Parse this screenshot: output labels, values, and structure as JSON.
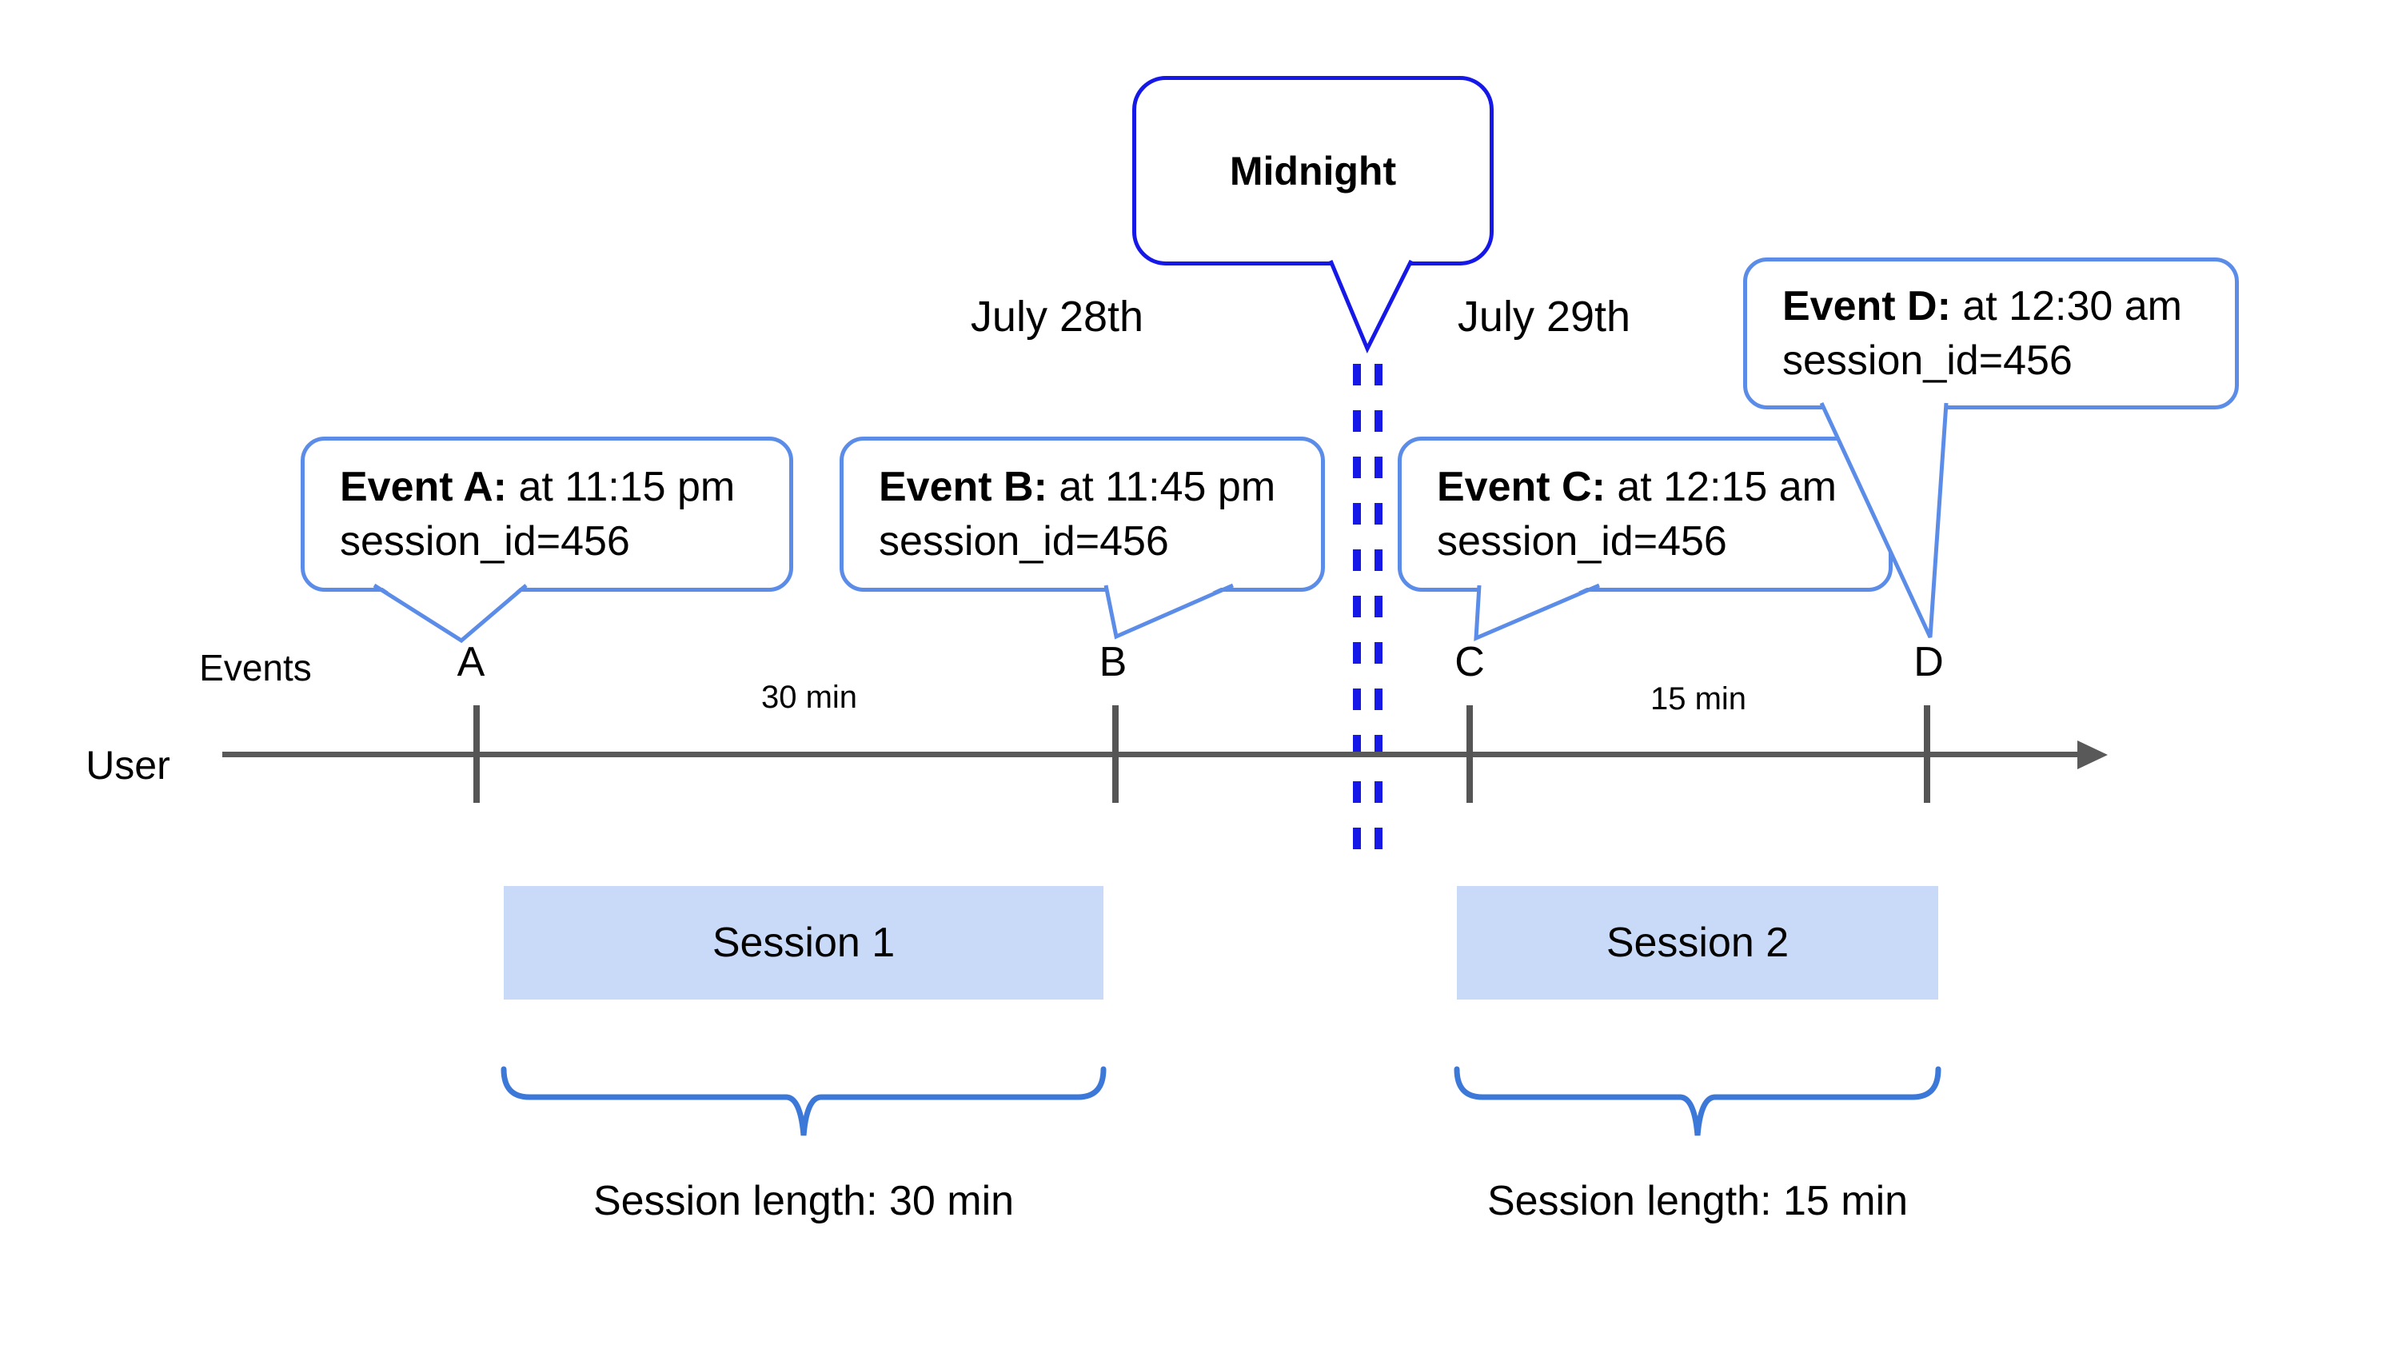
{
  "diagram": {
    "midnight": {
      "label": "Midnight"
    },
    "dates": {
      "day1": "July 28th",
      "day2": "July 29th"
    },
    "events": [
      {
        "letter": "A",
        "bold": "Event A:",
        "rest": " at 11:15 pm",
        "line2": "session_id=456"
      },
      {
        "letter": "B",
        "bold": "Event B:",
        "rest": " at 11:45 pm",
        "line2": "session_id=456"
      },
      {
        "letter": "C",
        "bold": "Event C:",
        "rest": " at 12:15 am",
        "line2": "session_id=456"
      },
      {
        "letter": "D",
        "bold": "Event D:",
        "rest": " at 12:30 am",
        "line2": "session_id=456"
      }
    ],
    "axis": {
      "events_label": "Events",
      "user_label": "User",
      "interval_ab": "30 min",
      "interval_cd": "15 min"
    },
    "sessions": [
      {
        "label": "Session 1",
        "length": "Session length: 30 min"
      },
      {
        "label": "Session 2",
        "length": "Session length: 15 min"
      }
    ],
    "colors": {
      "midnight_blue": "#1518e6",
      "callout_blue": "#5b8ce8",
      "brace_blue": "#3c78d8",
      "axis_gray": "#595959",
      "session_fill": "#c9daf8"
    }
  }
}
